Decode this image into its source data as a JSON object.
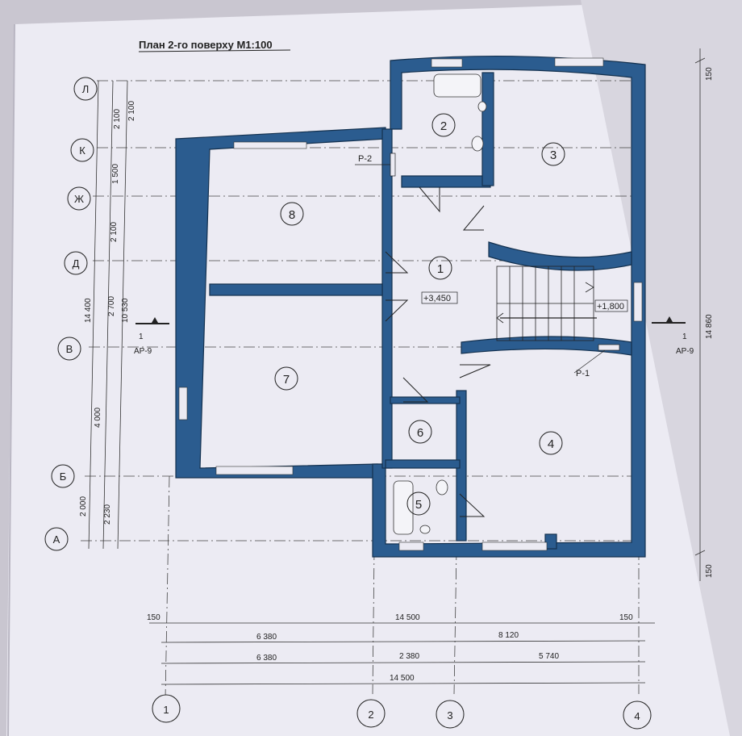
{
  "title": "План 2-го поверху М1:100",
  "axes_rows": [
    "Л",
    "К",
    "Ж",
    "Д",
    "В",
    "Б",
    "А"
  ],
  "axes_cols": [
    "1",
    "2",
    "3",
    "4"
  ],
  "rooms": [
    "1",
    "2",
    "3",
    "4",
    "5",
    "6",
    "7",
    "8"
  ],
  "levels": {
    "main": "+3,450",
    "stair": "+1,800"
  },
  "risers": {
    "p1": "Р-1",
    "p2": "Р-2"
  },
  "section": {
    "mark": "1",
    "sheet": "АР-9"
  },
  "left_dims": {
    "col1": [
      "14 400",
      "2 000"
    ],
    "col2": [
      "2 100",
      "1 500",
      "2 100",
      "2 700",
      "4 000"
    ],
    "col3": [
      "2 100",
      "10 530",
      "2 230"
    ]
  },
  "right_dims": [
    "150",
    "14 860",
    "150"
  ],
  "bottom_dims": {
    "row1": [
      "150",
      "14 500",
      "150"
    ],
    "row2": [
      "6 380",
      "8 120"
    ],
    "row3": [
      "6 380",
      "2 380",
      "5 740"
    ],
    "row4": [
      "14 500"
    ]
  }
}
